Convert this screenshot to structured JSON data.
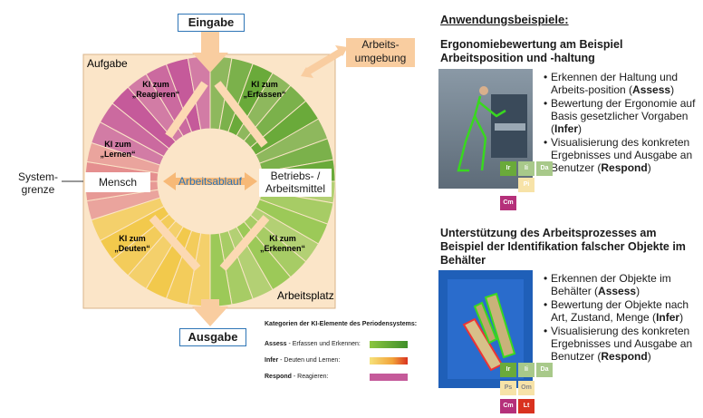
{
  "diagram": {
    "input_label": "Eingabe",
    "output_label": "Ausgabe",
    "environment_label": [
      "Arbeits-",
      "umgebung"
    ],
    "task_label": "Aufgabe",
    "workplace_label": "Arbeitsplatz",
    "system_boundary_label": [
      "System-",
      "grenze"
    ],
    "center_label": "Arbeitsablauf",
    "human_label": "Mensch",
    "equipment_label": [
      "Betriebs- /",
      "Arbeitsmittel"
    ],
    "sector_react": [
      "KI zum",
      "„Reagieren“"
    ],
    "sector_capture": [
      "KI zum",
      "„Erfassen“"
    ],
    "sector_learn": [
      "KI zum",
      "„Lernen“"
    ],
    "sector_interpret": [
      "KI zum",
      "„Deuten“"
    ],
    "sector_recognize": [
      "KI zum",
      "„Erkennen“"
    ],
    "colors": {
      "respond": "#c55a9a",
      "assess": "#6aaa3a",
      "infer": "#f2c94c",
      "learn_red": "#e58f8f",
      "background": "#fbe5c8",
      "arrow": "#f9cda0"
    }
  },
  "legend": {
    "title": "Kategorien der KI-Elemente des Periodensystems:",
    "items": [
      {
        "bold": "Assess",
        "text": " - Erfassen und Erkennen:"
      },
      {
        "bold": "Infer",
        "text": " - Deuten und Lernen:"
      },
      {
        "bold": "Respond",
        "text": " - Reagieren:"
      }
    ]
  },
  "right": {
    "heading": "Anwendungsbeispiele:",
    "ex1_title": [
      "Ergonomiebewertung am Beispiel",
      "Arbeitsposition und -haltung"
    ],
    "ex1_bullets": [
      [
        "Erkennen der Haltung und Arbeits-position (",
        "Assess",
        ")"
      ],
      [
        "Bewertung der Ergonomie auf Basis gesetzlicher Vorgaben (",
        "Infer",
        ")"
      ],
      [
        "Visualisierung des konkreten Ergebnisses und Ausgabe an Benutzer (",
        "Respond",
        ")"
      ]
    ],
    "ex1_tiles": [
      "Ir",
      "Ii",
      "Da",
      "Pi",
      "Cm"
    ],
    "ex2_title": [
      "Unterstützung des Arbeitsprozesses am",
      "Beispiel der Identifikation falscher Objekte im",
      "Behälter"
    ],
    "ex2_bullets": [
      [
        "Erkennen der Objekte im Behälter (",
        "Assess",
        ")"
      ],
      [
        "Bewertung der Objekte nach Art, Zustand, Menge (",
        "Infer",
        ")"
      ],
      [
        "Visualisierung des konkreten Ergebnisses und Ausgabe an Benutzer (",
        "Respond",
        ")"
      ]
    ],
    "ex2_tiles": [
      "Ir",
      "Ii",
      "Da",
      "Ps",
      "Om",
      "Cm",
      "Lt"
    ]
  }
}
